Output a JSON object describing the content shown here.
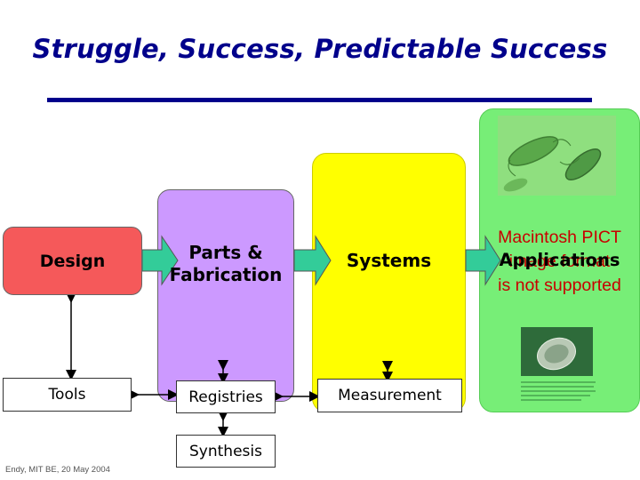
{
  "slide": {
    "title": "Struggle, Success, Predictable Success",
    "footer": "Endy, MIT BE, 20 May 2004"
  },
  "columns": {
    "design": "Design",
    "parts": "Parts &\nFabrication",
    "systems": "Systems",
    "applications": "Applications"
  },
  "tools": {
    "tools": "Tools",
    "registries": "Registries",
    "measurement": "Measurement",
    "synthesis": "Synthesis"
  },
  "placeholder": {
    "line1": "Macintosh PICT",
    "line2": "image format",
    "line3": "is not supported"
  },
  "colors": {
    "title": "#00008b",
    "design": "#f5595a",
    "parts": "#cc99ff",
    "systems": "#ffff00",
    "applications": "#77ee77",
    "arrow": "#33cc99",
    "pict_message": "#c80000"
  }
}
